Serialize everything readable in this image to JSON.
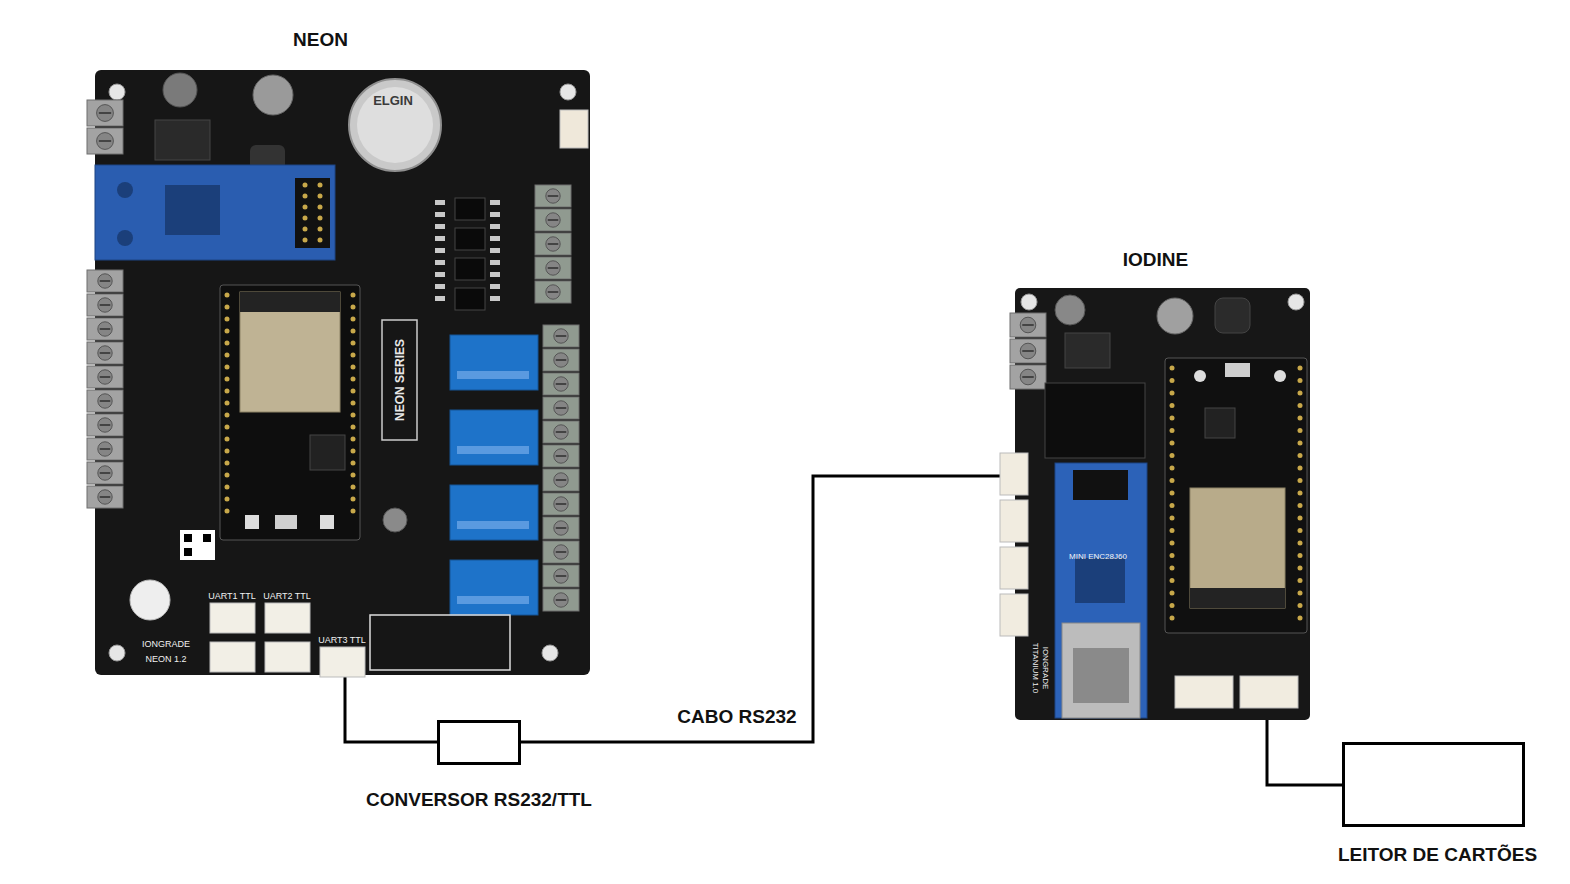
{
  "diagram": {
    "nodes": [
      {
        "text": [
          "NEON"
        ]
      },
      {
        "text": [
          "CONVERSOR RS232/TTL"
        ]
      },
      {
        "text": [
          "IODINE"
        ]
      },
      {
        "text": [
          "LEITOR DE CARTÕES"
        ]
      }
    ],
    "edges": [
      {
        "from": 0,
        "to": 1,
        "arrow": "none"
      },
      {
        "from": 1,
        "to": 2,
        "arrow": "none",
        "label": "CABO RS232"
      },
      {
        "from": 2,
        "to": 3,
        "arrow": "none"
      }
    ],
    "labels": [
      "ELGIN",
      "NEON SERIES",
      "UART1 TTL",
      "UART2 TTL",
      "UART3 TTL",
      "IONGRADE",
      "NEON 1.2",
      "MINI ENC28J60",
      "IONGRADE",
      "TITANIUM 1.0"
    ]
  }
}
